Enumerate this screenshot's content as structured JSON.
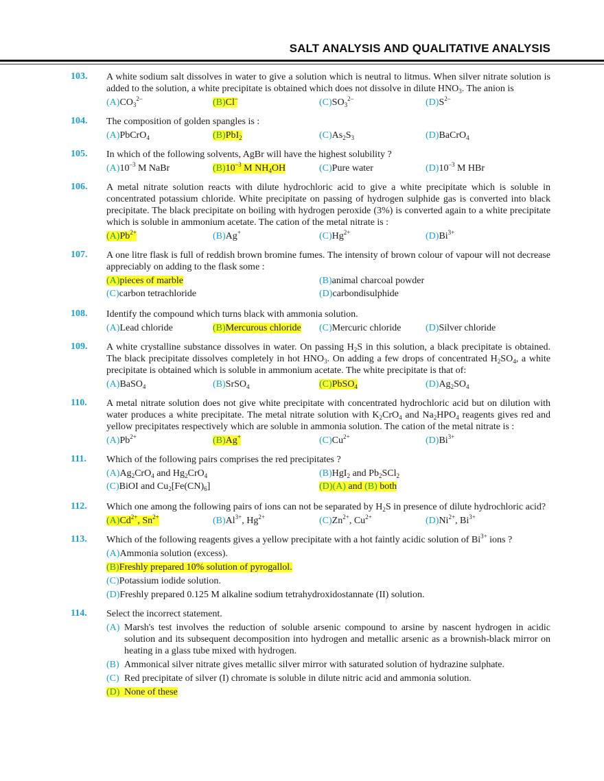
{
  "header": {
    "title": "SALT ANALYSIS AND QUALITATIVE ANALYSIS"
  },
  "colors": {
    "number": "#1a9fd0",
    "highlight": "#ffff2e",
    "highlight_label": "#2e9a2e"
  },
  "questions": [
    {
      "number": "103.",
      "text": [
        [
          "t",
          "A white sodium salt dissolves in water to give a solution which is neutral to litmus. When silver nitrate solution is added to the solution, a white precipitate is obtained which does not dissolve in dilute HNO"
        ],
        [
          "sub",
          "3"
        ],
        [
          "t",
          ". The anion is"
        ]
      ],
      "layout": "four",
      "options": [
        {
          "label": "(A)",
          "content": [
            [
              "t",
              "CO"
            ],
            [
              "sub",
              "3"
            ],
            [
              "sup",
              "2–"
            ]
          ],
          "correct": false
        },
        {
          "label": "(B)",
          "content": [
            [
              "t",
              "Cl"
            ],
            [
              "sup",
              "–"
            ]
          ],
          "correct": true
        },
        {
          "label": "(C)",
          "content": [
            [
              "t",
              "SO"
            ],
            [
              "sub",
              "3"
            ],
            [
              "sup",
              "2–"
            ]
          ],
          "correct": false
        },
        {
          "label": "(D)",
          "content": [
            [
              "t",
              "S"
            ],
            [
              "sup",
              "2–"
            ]
          ],
          "correct": false
        }
      ]
    },
    {
      "number": "104.",
      "text": [
        [
          "t",
          "The composition of golden spangles is :"
        ]
      ],
      "layout": "four",
      "options": [
        {
          "label": "(A)",
          "content": [
            [
              "t",
              "PbCrO"
            ],
            [
              "sub",
              "4"
            ]
          ],
          "correct": false
        },
        {
          "label": "(B)",
          "content": [
            [
              "t",
              "PbI"
            ],
            [
              "sub",
              "2"
            ]
          ],
          "correct": true
        },
        {
          "label": "(C)",
          "content": [
            [
              "t",
              "As"
            ],
            [
              "sub",
              "2"
            ],
            [
              "t",
              "S"
            ],
            [
              "sub",
              "3"
            ]
          ],
          "correct": false
        },
        {
          "label": "(D)",
          "content": [
            [
              "t",
              "BaCrO"
            ],
            [
              "sub",
              "4"
            ]
          ],
          "correct": false
        }
      ]
    },
    {
      "number": "105.",
      "text": [
        [
          "t",
          "In which of the following solvents, AgBr will have the highest solubility ?"
        ]
      ],
      "layout": "four",
      "options": [
        {
          "label": "(A)",
          "content": [
            [
              "t",
              "10"
            ],
            [
              "sup",
              "–3"
            ],
            [
              "t",
              " M NaBr"
            ]
          ],
          "correct": false
        },
        {
          "label": "(B)",
          "content": [
            [
              "t",
              "10"
            ],
            [
              "sup",
              "–3"
            ],
            [
              "t",
              " M NH"
            ],
            [
              "sub",
              "4"
            ],
            [
              "t",
              "OH"
            ]
          ],
          "correct": true
        },
        {
          "label": "(C)",
          "content": [
            [
              "t",
              "Pure water"
            ]
          ],
          "correct": false
        },
        {
          "label": "(D)",
          "content": [
            [
              "t",
              "10"
            ],
            [
              "sup",
              "–3"
            ],
            [
              "t",
              " M HBr"
            ]
          ],
          "correct": false
        }
      ]
    },
    {
      "number": "106.",
      "text": [
        [
          "t",
          "A metal nitrate solution reacts with dilute hydrochloric acid to give a white precipitate which is soluble in concentrated potassium chloride. White precipitate on passing of hydrogen sulphide gas is converted into black precipitate. The black precipitate on boiling with hydrogen peroxide (3%) is converted again to a white precipitate which is soluble in ammonium acetate. The cation of the metal nitrate is :"
        ]
      ],
      "layout": "four",
      "options": [
        {
          "label": "(A)",
          "content": [
            [
              "t",
              "Pb"
            ],
            [
              "sup",
              "2+"
            ]
          ],
          "correct": true
        },
        {
          "label": "(B)",
          "content": [
            [
              "t",
              "Ag"
            ],
            [
              "sup",
              "+"
            ]
          ],
          "correct": false
        },
        {
          "label": "(C)",
          "content": [
            [
              "t",
              "Hg"
            ],
            [
              "sup",
              "2+"
            ]
          ],
          "correct": false
        },
        {
          "label": "(D)",
          "content": [
            [
              "t",
              "Bi"
            ],
            [
              "sup",
              "3+"
            ]
          ],
          "correct": false
        }
      ]
    },
    {
      "number": "107.",
      "text": [
        [
          "t",
          "A one litre flask is full of reddish brown bromine fumes. The intensity of brown colour of vapour will not decrease appreciably on adding to the flask some :"
        ]
      ],
      "layout": "two",
      "options": [
        {
          "label": "(A)",
          "content": [
            [
              "t",
              "pieces of marble"
            ]
          ],
          "correct": true
        },
        {
          "label": "(B)",
          "content": [
            [
              "t",
              "animal charcoal powder"
            ]
          ],
          "correct": false
        },
        {
          "label": "(C)",
          "content": [
            [
              "t",
              "carbon tetrachloride"
            ]
          ],
          "correct": false
        },
        {
          "label": "(D)",
          "content": [
            [
              "t",
              "carbondisulphide"
            ]
          ],
          "correct": false
        }
      ]
    },
    {
      "number": "108.",
      "text": [
        [
          "t",
          "Identify the compound which turns black with ammonia solution."
        ]
      ],
      "layout": "four",
      "options": [
        {
          "label": "(A)",
          "content": [
            [
              "t",
              "Lead chloride"
            ]
          ],
          "correct": false
        },
        {
          "label": "(B)",
          "content": [
            [
              "t",
              "Mercurous chloride"
            ]
          ],
          "correct": true
        },
        {
          "label": "(C)",
          "content": [
            [
              "t",
              "Mercuric chloride"
            ]
          ],
          "correct": false
        },
        {
          "label": "(D)",
          "content": [
            [
              "t",
              "Silver chloride"
            ]
          ],
          "correct": false
        }
      ]
    },
    {
      "number": "109.",
      "text": [
        [
          "t",
          "A white crystalline substance dissolves in water. On passing H"
        ],
        [
          "sub",
          "2"
        ],
        [
          "t",
          "S in this solution, a black precipitate is obtained. The black precipitate dissolves completely in hot HNO"
        ],
        [
          "sub",
          "3"
        ],
        [
          "t",
          ". On adding a few drops of concentrated H"
        ],
        [
          "sub",
          "2"
        ],
        [
          "t",
          "SO"
        ],
        [
          "sub",
          "4"
        ],
        [
          "t",
          ", a white precipitate is obtained which is soluble in ammonium acetate. The white precipitate is that of:"
        ]
      ],
      "layout": "four",
      "options": [
        {
          "label": "(A)",
          "content": [
            [
              "t",
              "BaSO"
            ],
            [
              "sub",
              "4"
            ]
          ],
          "correct": false
        },
        {
          "label": "(B)",
          "content": [
            [
              "t",
              "SrSO"
            ],
            [
              "sub",
              "4"
            ]
          ],
          "correct": false
        },
        {
          "label": "(C)",
          "content": [
            [
              "t",
              "PbSO"
            ],
            [
              "sub",
              "4"
            ]
          ],
          "correct": true
        },
        {
          "label": "(D)",
          "content": [
            [
              "t",
              "Ag"
            ],
            [
              "sub",
              "2"
            ],
            [
              "t",
              "SO"
            ],
            [
              "sub",
              "4"
            ]
          ],
          "correct": false
        }
      ]
    },
    {
      "number": "110.",
      "text": [
        [
          "t",
          "A metal nitrate solution does not give white precipitate with concentrated hydrochloric acid but on dilution with water produces a white precipitate. The metal nitrate solution with K"
        ],
        [
          "sub",
          "2"
        ],
        [
          "t",
          "CrO"
        ],
        [
          "sub",
          "4"
        ],
        [
          "t",
          " and Na"
        ],
        [
          "sub",
          "2"
        ],
        [
          "t",
          "HPO"
        ],
        [
          "sub",
          "4"
        ],
        [
          "t",
          " reagents gives red and yellow precipitates respectively which are soluble in ammonia solution. The cation of the metal nitrate is :"
        ]
      ],
      "layout": "four",
      "options": [
        {
          "label": "(A)",
          "content": [
            [
              "t",
              "Pb"
            ],
            [
              "sup",
              "2+"
            ]
          ],
          "correct": false
        },
        {
          "label": "(B)",
          "content": [
            [
              "t",
              "Ag"
            ],
            [
              "sup",
              "+"
            ]
          ],
          "correct": true
        },
        {
          "label": "(C)",
          "content": [
            [
              "t",
              "Cu"
            ],
            [
              "sup",
              "2+"
            ]
          ],
          "correct": false
        },
        {
          "label": "(D)",
          "content": [
            [
              "t",
              "Bi"
            ],
            [
              "sup",
              "3+"
            ]
          ],
          "correct": false
        }
      ]
    },
    {
      "number": "111.",
      "text": [
        [
          "t",
          "Which of the following pairs comprises the red precipitates ?"
        ]
      ],
      "layout": "two",
      "options": [
        {
          "label": "(A)",
          "content": [
            [
              "t",
              "Ag"
            ],
            [
              "sub",
              "2"
            ],
            [
              "t",
              "CrO"
            ],
            [
              "sub",
              "4"
            ],
            [
              "t",
              " and Hg"
            ],
            [
              "sub",
              "2"
            ],
            [
              "t",
              "CrO"
            ],
            [
              "sub",
              "4"
            ]
          ],
          "correct": false
        },
        {
          "label": "(B)",
          "content": [
            [
              "t",
              "HgI"
            ],
            [
              "sub",
              "2"
            ],
            [
              "t",
              " and Pb"
            ],
            [
              "sub",
              "2"
            ],
            [
              "t",
              "SCl"
            ],
            [
              "sub",
              "2"
            ]
          ],
          "correct": false
        },
        {
          "label": "(C)",
          "content": [
            [
              "t",
              "BiOI and Cu"
            ],
            [
              "sub",
              "2"
            ],
            [
              "t",
              "[Fe(CN)"
            ],
            [
              "sub",
              "6"
            ],
            [
              "t",
              "]"
            ]
          ],
          "correct": false
        },
        {
          "label": "(D)",
          "content": [
            [
              "lbl",
              "(A)"
            ],
            [
              "t",
              " and "
            ],
            [
              "lbl",
              "(B)"
            ],
            [
              "t",
              " both"
            ]
          ],
          "correct": true
        }
      ]
    },
    {
      "number": "112.",
      "text": [
        [
          "t",
          "Which one among the following pairs of ions can not be separated by H"
        ],
        [
          "sub",
          "2"
        ],
        [
          "t",
          "S in presence of dilute hydrochloric acid?"
        ]
      ],
      "layout": "four",
      "options": [
        {
          "label": "(A)",
          "content": [
            [
              "t",
              "Cd"
            ],
            [
              "sup",
              "2+"
            ],
            [
              "t",
              ", Sn"
            ],
            [
              "sup",
              "2+"
            ]
          ],
          "correct": true
        },
        {
          "label": "(B)",
          "content": [
            [
              "t",
              "Al"
            ],
            [
              "sup",
              "3+"
            ],
            [
              "t",
              ", Hg"
            ],
            [
              "sup",
              "2+"
            ]
          ],
          "correct": false
        },
        {
          "label": "(C)",
          "content": [
            [
              "t",
              "Zn"
            ],
            [
              "sup",
              "2+"
            ],
            [
              "t",
              ", Cu"
            ],
            [
              "sup",
              "2+"
            ]
          ],
          "correct": false
        },
        {
          "label": "(D)",
          "content": [
            [
              "t",
              "Ni"
            ],
            [
              "sup",
              "2+"
            ],
            [
              "t",
              ", Bi"
            ],
            [
              "sup",
              "3+"
            ]
          ],
          "correct": false
        }
      ]
    },
    {
      "number": "113.",
      "text": [
        [
          "t",
          "Which of the following reagents gives a yellow precipitate with a hot faintly acidic solution of Bi"
        ],
        [
          "sup",
          "3+"
        ],
        [
          "t",
          " ions ?"
        ]
      ],
      "layout": "one",
      "options": [
        {
          "label": "(A)",
          "content": [
            [
              "t",
              "Ammonia solution (excess)."
            ]
          ],
          "correct": false
        },
        {
          "label": "(B)",
          "content": [
            [
              "t",
              "Freshly prepared 10% solution of pyrogallol."
            ]
          ],
          "correct": true
        },
        {
          "label": "(C)",
          "content": [
            [
              "t",
              "Potassium iodide solution."
            ]
          ],
          "correct": false
        },
        {
          "label": "(D)",
          "content": [
            [
              "t",
              "Freshly prepared 0.125 M alkaline sodium tetrahydroxidostannate (II) solution."
            ]
          ],
          "correct": false
        }
      ]
    },
    {
      "number": "114.",
      "text": [
        [
          "t",
          "Select the incorrect statement."
        ]
      ],
      "layout": "hang",
      "options": [
        {
          "label": "(A)",
          "content": [
            [
              "t",
              "Marsh's test involves the reduction of soluble arsenic compound to arsine by nascent hydrogen in acidic solution and its subsequent decomposition into hydrogen and metallic arsenic as a brownish-black mirror on heating in a glass tube mixed with hydrogen."
            ]
          ],
          "correct": false
        },
        {
          "label": "(B)",
          "content": [
            [
              "t",
              "Ammonical silver nitrate gives metallic silver mirror with saturated solution of hydrazine sulphate."
            ]
          ],
          "correct": false
        },
        {
          "label": "(C)",
          "content": [
            [
              "t",
              "Red precipitate of silver (I) chromate is soluble in dilute nitric acid and ammonia solution."
            ]
          ],
          "correct": false
        },
        {
          "label": "(D)",
          "content": [
            [
              "t",
              "None of these"
            ]
          ],
          "correct": true
        }
      ]
    }
  ]
}
